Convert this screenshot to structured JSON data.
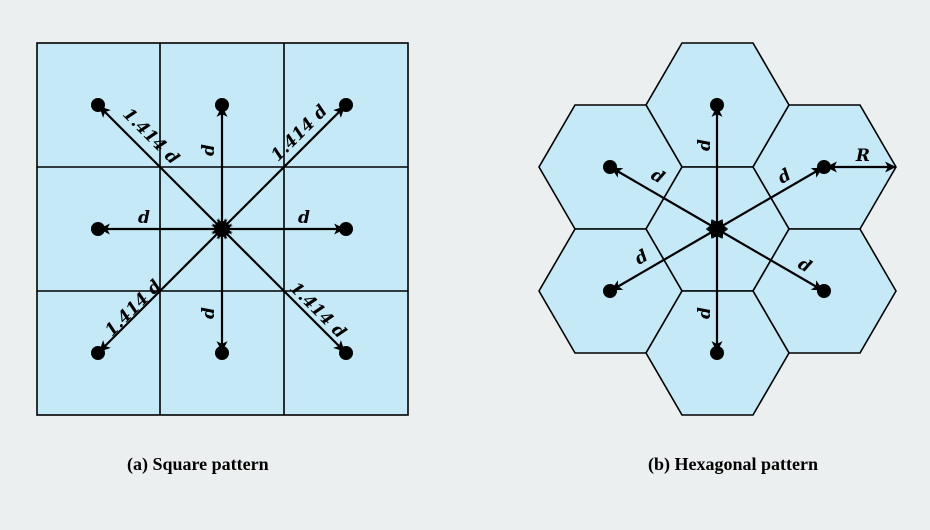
{
  "square_pattern": {
    "caption": "(a) Square pattern",
    "label_diagonal": "1.414 d",
    "label_adjacent": "d"
  },
  "hexagonal_pattern": {
    "caption": "(b) Hexagonal pattern",
    "label_adjacent": "d",
    "label_radius": "R"
  },
  "colors": {
    "cell_fill": "#c5e9f7",
    "background": "#eceff0",
    "line": "#000000"
  }
}
